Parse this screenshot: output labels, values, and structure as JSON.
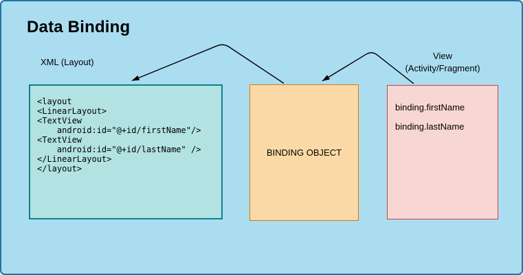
{
  "title": "Data Binding",
  "diagram": {
    "background_color": "#abddf1",
    "canvas_border_color": "#2473a6",
    "arrow_color": "#000000",
    "xml_layout": {
      "label": "XML (Layout)",
      "fill": "#b2e3e2",
      "stroke": "#0f8186",
      "code_lines": [
        "<layout",
        "<LinearLayout>",
        "<TextView",
        "    android:id=\"@+id/firstName\"/>",
        "<TextView",
        "    android:id=\"@+id/lastName\" />",
        "</LinearLayout>",
        "</layout>"
      ]
    },
    "binding_object": {
      "label": "BINDING OBJECT",
      "fill": "#fbd9a6",
      "stroke": "#d17d00"
    },
    "view": {
      "label_line1": "View",
      "label_line2": "(Activity/Fragment)",
      "fill": "#f8d6d3",
      "stroke": "#c04540",
      "items": {
        "0": "binding.firstName",
        "1": "binding.lastName"
      }
    },
    "arrows": [
      {
        "from": "binding-object-box",
        "to": "xml-layout-box"
      },
      {
        "from": "view-box",
        "to": "binding-object-box"
      }
    ]
  }
}
